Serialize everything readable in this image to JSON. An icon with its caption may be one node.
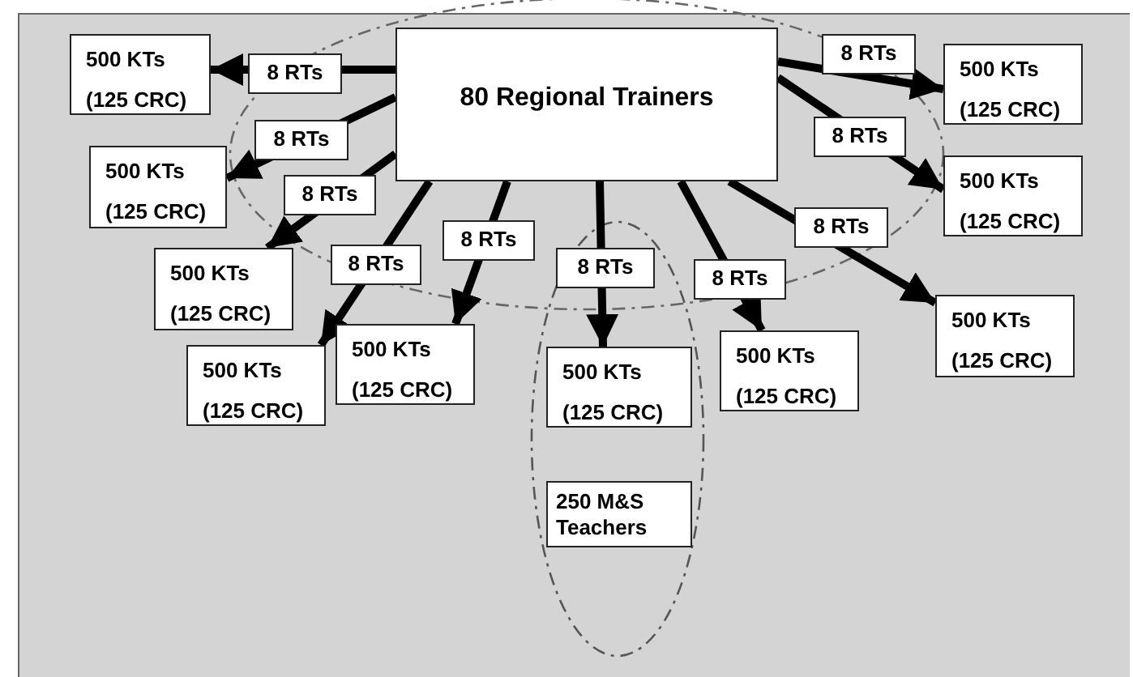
{
  "diagram": {
    "nodes": [
      {
        "text": [
          "80 Regional Trainers"
        ]
      },
      {
        "text": [
          "500 KTs",
          "(125 CRC)"
        ]
      },
      {
        "text": [
          "500 KTs",
          "(125 CRC)"
        ]
      },
      {
        "text": [
          "500 KTs",
          "(125 CRC)"
        ]
      },
      {
        "text": [
          "500 KTs",
          "(125 CRC)"
        ]
      },
      {
        "text": [
          "500 KTs",
          "(125 CRC)"
        ]
      },
      {
        "text": [
          "500 KTs",
          "(125 CRC)"
        ]
      },
      {
        "text": [
          "500 KTs",
          "(125 CRC)"
        ]
      },
      {
        "text": [
          "500 KTs",
          "(125 CRC)"
        ]
      },
      {
        "text": [
          "500 KTs",
          "(125 CRC)"
        ]
      },
      {
        "text": [
          "500 KTs",
          "(125 CRC)"
        ]
      },
      {
        "text": [
          "250  M&S Teachers"
        ]
      }
    ],
    "edges": [
      {
        "from": 0,
        "to": 1,
        "arrow": "to",
        "label": "8 RTs"
      },
      {
        "from": 0,
        "to": 2,
        "arrow": "to",
        "label": "8 RTs"
      },
      {
        "from": 0,
        "to": 3,
        "arrow": "to",
        "label": "8 RTs"
      },
      {
        "from": 0,
        "to": 4,
        "arrow": "to",
        "label": "8 RTs"
      },
      {
        "from": 0,
        "to": 5,
        "arrow": "to",
        "label": "8 RTs"
      },
      {
        "from": 0,
        "to": 6,
        "arrow": "to",
        "label": "8 RTs"
      },
      {
        "from": 0,
        "to": 7,
        "arrow": "to",
        "label": "8 RTs"
      },
      {
        "from": 0,
        "to": 8,
        "arrow": "to",
        "label": "8 RTs"
      },
      {
        "from": 0,
        "to": 9,
        "arrow": "to",
        "label": "8 RTs"
      },
      {
        "from": 0,
        "to": 10,
        "arrow": "to",
        "label": "8 RTs"
      }
    ]
  }
}
